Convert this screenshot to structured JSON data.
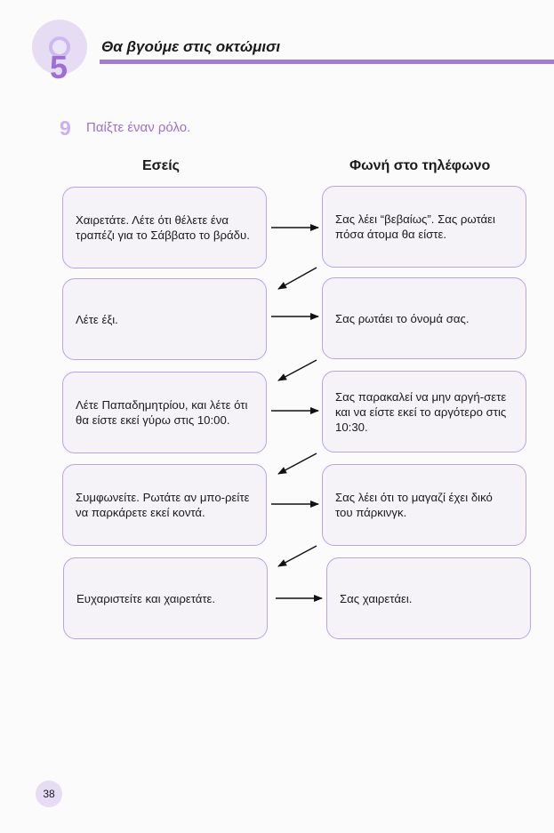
{
  "header": {
    "unit_number": "5",
    "unit_title": "Θα βγούμε στις οκτώμισι"
  },
  "exercise": {
    "number": "9",
    "title": "Παίξτε έναν ρόλο."
  },
  "columns": {
    "left": "Εσείς",
    "right": "Φωνή στο τηλέφωνο"
  },
  "rows": [
    {
      "you": "Χαιρετάτε. Λέτε ότι θέλετε ένα τραπέζι για το Σάββατο το βράδυ.",
      "phone": "Σας λέει “βεβαίως”. Σας ρωτάει πόσα άτομα θα είστε."
    },
    {
      "you": "Λέτε έξι.",
      "phone": "Σας ρωτάει το όνομά σας."
    },
    {
      "you": "Λέτε Παπαδημητρίου, και λέτε ότι θα είστε εκεί γύρω στις 10:00.",
      "phone": "Σας παρακαλεί να μην αργή-σετε και να είστε εκεί το αργότερο στις 10:30."
    },
    {
      "you": "Συμφωνείτε. Ρωτάτε αν μπο-ρείτε να παρκάρετε εκεί κοντά.",
      "phone": "Σας λέει ότι το μαγαζί έχει δικό του πάρκινγκ."
    },
    {
      "you": "Ευχαριστείτε και χαιρετάτε.",
      "phone": "Σας χαιρετάει."
    }
  ],
  "page_number": "38",
  "colors": {
    "accent": "#9b6fd6",
    "box_border": "#b9a3e2"
  }
}
